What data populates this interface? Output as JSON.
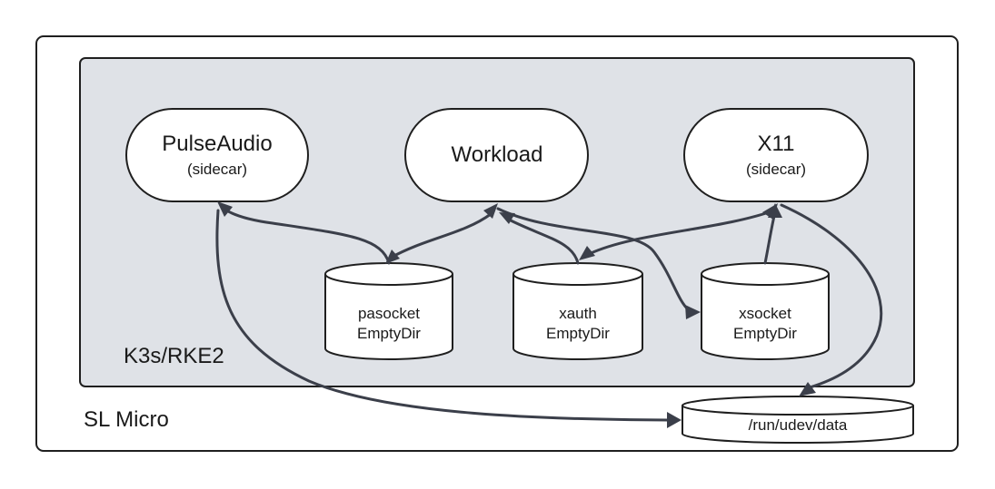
{
  "regions": {
    "outer_label": "SL Micro",
    "inner_label": "K3s/RKE2"
  },
  "containers": {
    "pulseaudio": {
      "title": "PulseAudio",
      "subtitle": "(sidecar)"
    },
    "workload": {
      "title": "Workload"
    },
    "x11": {
      "title": "X11",
      "subtitle": "(sidecar)"
    }
  },
  "volumes": {
    "pasocket": {
      "line1": "pasocket",
      "line2": "EmptyDir"
    },
    "xauth": {
      "line1": "xauth",
      "line2": "EmptyDir"
    },
    "xsocket": {
      "line1": "xsocket",
      "line2": "EmptyDir"
    },
    "udev": {
      "line1": "/run/udev/data"
    }
  },
  "colors": {
    "inner_fill": "#dfe2e7",
    "border": "#1f1f1f",
    "connector": "#3b3f4a"
  }
}
